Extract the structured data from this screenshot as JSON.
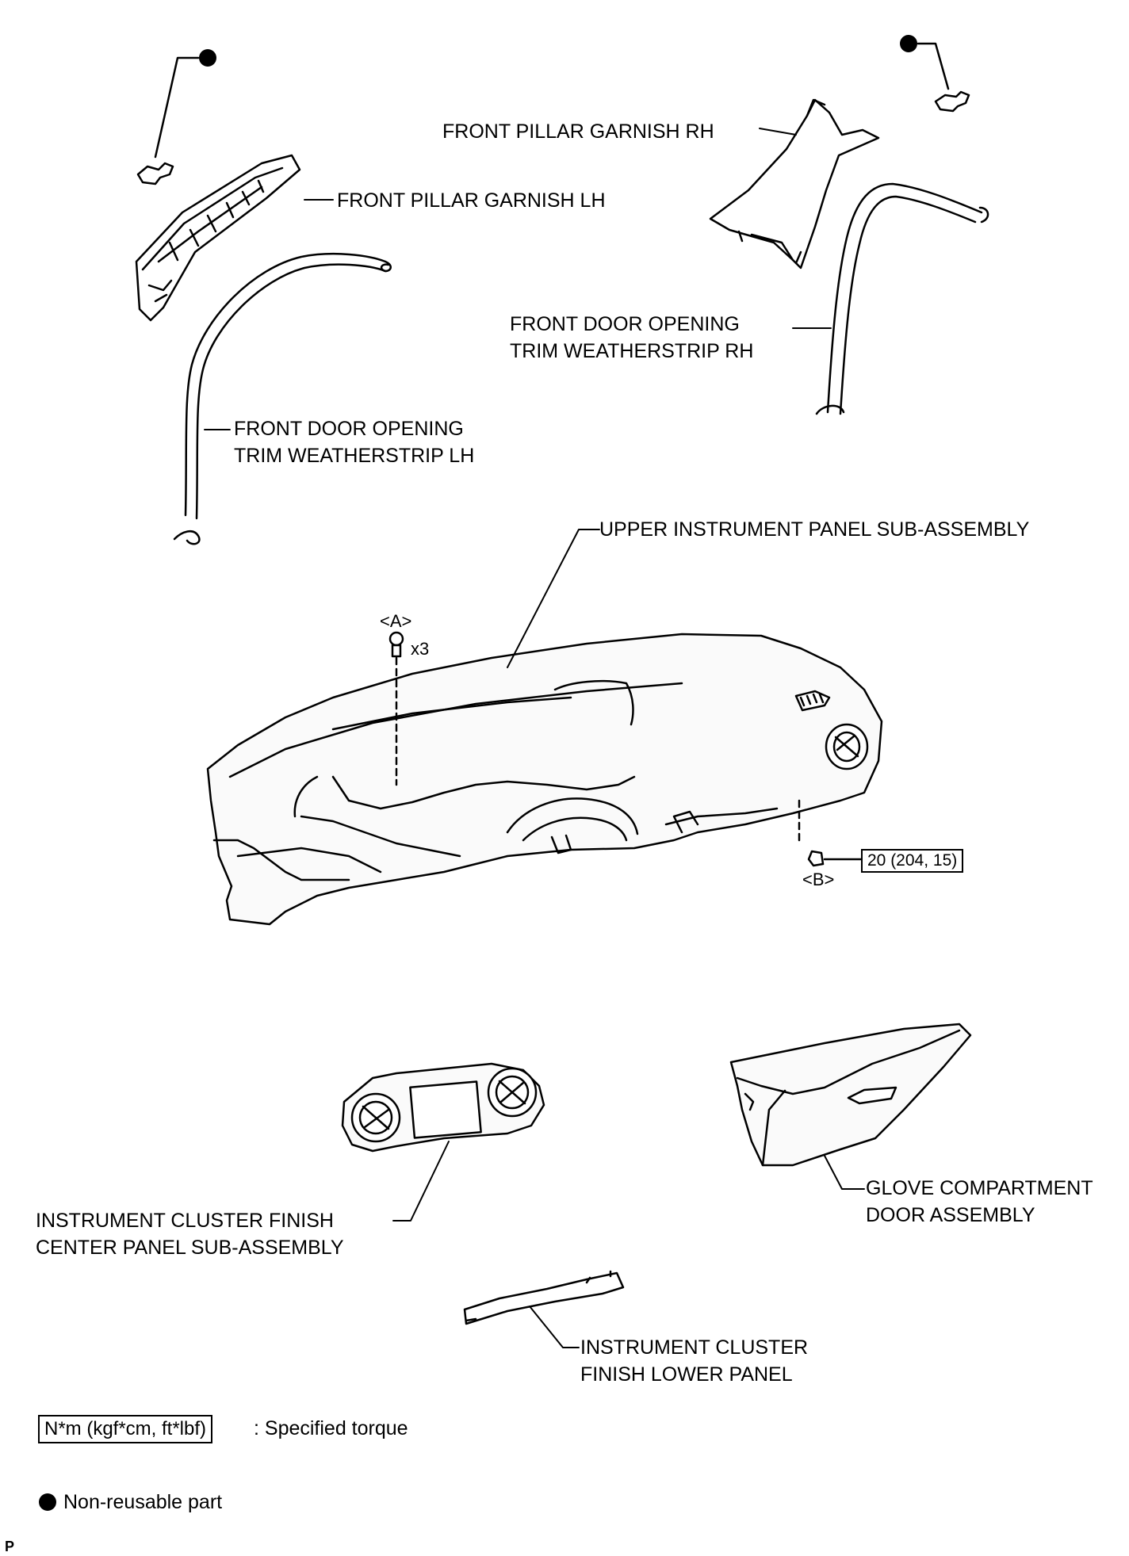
{
  "labels": {
    "front_pillar_garnish_rh": "FRONT PILLAR GARNISH RH",
    "front_pillar_garnish_lh": "FRONT PILLAR GARNISH LH",
    "weatherstrip_rh_line1": "FRONT DOOR OPENING",
    "weatherstrip_rh_line2": "TRIM WEATHERSTRIP RH",
    "weatherstrip_lh_line1": "FRONT DOOR OPENING",
    "weatherstrip_lh_line2": "TRIM WEATHERSTRIP LH",
    "upper_panel": "UPPER INSTRUMENT PANEL SUB-ASSEMBLY",
    "center_panel_line1": "INSTRUMENT CLUSTER FINISH",
    "center_panel_line2": "CENTER PANEL SUB-ASSEMBLY",
    "glove_line1": "GLOVE COMPARTMENT",
    "glove_line2": "DOOR ASSEMBLY",
    "lower_panel_line1": "INSTRUMENT CLUSTER",
    "lower_panel_line2": "FINISH LOWER PANEL"
  },
  "fasteners": {
    "a_ref": "<A>",
    "a_qty": "x3",
    "b_ref": "<B>",
    "b_torque": "20 (204, 15)"
  },
  "legend": {
    "torque_units": "N*m (kgf*cm, ft*lbf)",
    "torque_text": ": Specified torque",
    "nonreusable_text": "Non-reusable part"
  },
  "figure_id": "P",
  "colors": {
    "ink": "#000000",
    "paper": "#ffffff",
    "part_fill": "#f2f2f2"
  }
}
